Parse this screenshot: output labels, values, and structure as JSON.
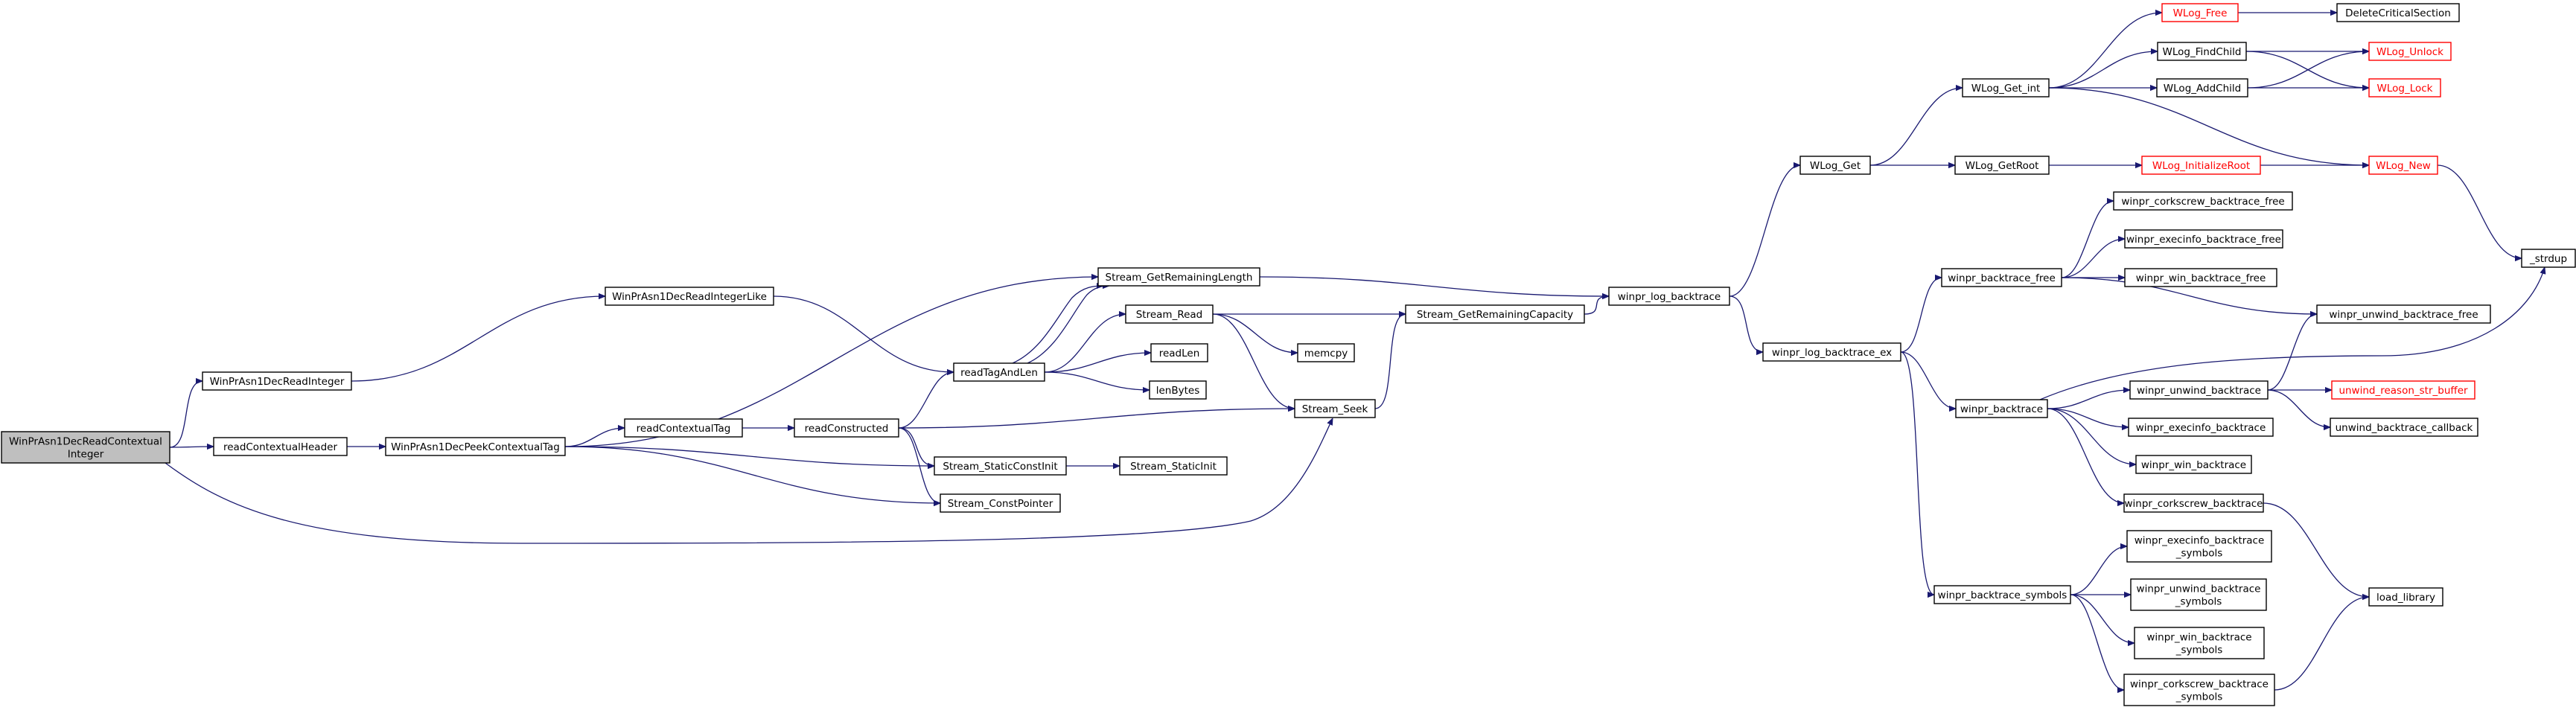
{
  "nodes": {
    "root": {
      "lines": [
        "WinPrAsn1DecReadContextual",
        "Integer"
      ]
    },
    "n_readInteger": {
      "lines": [
        "WinPrAsn1DecReadInteger"
      ]
    },
    "n_readIntegerLike": {
      "lines": [
        "WinPrAsn1DecReadIntegerLike"
      ]
    },
    "n_readContextualHeader": {
      "lines": [
        "readContextualHeader"
      ]
    },
    "n_peekContextualTag": {
      "lines": [
        "WinPrAsn1DecPeekContextualTag"
      ]
    },
    "n_readContextualTag": {
      "lines": [
        "readContextualTag"
      ]
    },
    "n_readConstructed": {
      "lines": [
        "readConstructed"
      ]
    },
    "n_readTagAndLen": {
      "lines": [
        "readTagAndLen"
      ]
    },
    "n_getRemainingLength": {
      "lines": [
        "Stream_GetRemainingLength"
      ]
    },
    "n_streamRead": {
      "lines": [
        "Stream_Read"
      ]
    },
    "n_readLen": {
      "lines": [
        "readLen"
      ]
    },
    "n_lenBytes": {
      "lines": [
        "lenBytes"
      ]
    },
    "n_memcpy": {
      "lines": [
        "memcpy"
      ]
    },
    "n_getRemainingCapacity": {
      "lines": [
        "Stream_GetRemainingCapacity"
      ]
    },
    "n_streamSeek": {
      "lines": [
        "Stream_Seek"
      ]
    },
    "n_staticConstInit": {
      "lines": [
        "Stream_StaticConstInit"
      ]
    },
    "n_staticInit": {
      "lines": [
        "Stream_StaticInit"
      ]
    },
    "n_constPointer": {
      "lines": [
        "Stream_ConstPointer"
      ]
    },
    "n_logBacktrace": {
      "lines": [
        "winpr_log_backtrace"
      ]
    },
    "n_logBacktraceEx": {
      "lines": [
        "winpr_log_backtrace_ex"
      ]
    },
    "n_wlogGet": {
      "lines": [
        "WLog_Get"
      ]
    },
    "n_wlogGetInt": {
      "lines": [
        "WLog_Get_int"
      ]
    },
    "n_wlogGetRoot": {
      "lines": [
        "WLog_GetRoot"
      ]
    },
    "n_wlogFree": {
      "lines": [
        "WLog_Free"
      ]
    },
    "n_deleteCS": {
      "lines": [
        "DeleteCriticalSection"
      ]
    },
    "n_wlogFindChild": {
      "lines": [
        "WLog_FindChild"
      ]
    },
    "n_wlogAddChild": {
      "lines": [
        "WLog_AddChild"
      ]
    },
    "n_wlogUnlock": {
      "lines": [
        "WLog_Unlock"
      ]
    },
    "n_wlogLock": {
      "lines": [
        "WLog_Lock"
      ]
    },
    "n_wlogInitRoot": {
      "lines": [
        "WLog_InitializeRoot"
      ]
    },
    "n_wlogNew": {
      "lines": [
        "WLog_New"
      ]
    },
    "n_strdup": {
      "lines": [
        "_strdup"
      ]
    },
    "n_btFree": {
      "lines": [
        "winpr_backtrace_free"
      ]
    },
    "n_corkFree": {
      "lines": [
        "winpr_corkscrew_backtrace_free"
      ]
    },
    "n_execFree": {
      "lines": [
        "winpr_execinfo_backtrace_free"
      ]
    },
    "n_winFree": {
      "lines": [
        "winpr_win_backtrace_free"
      ]
    },
    "n_unwindFree": {
      "lines": [
        "winpr_unwind_backtrace_free"
      ]
    },
    "n_bt": {
      "lines": [
        "winpr_backtrace"
      ]
    },
    "n_unwindBt": {
      "lines": [
        "winpr_unwind_backtrace"
      ]
    },
    "n_unwindReason": {
      "lines": [
        "unwind_reason_str_buffer"
      ]
    },
    "n_unwindCallback": {
      "lines": [
        "unwind_backtrace_callback"
      ]
    },
    "n_execBt": {
      "lines": [
        "winpr_execinfo_backtrace"
      ]
    },
    "n_winBt": {
      "lines": [
        "winpr_win_backtrace"
      ]
    },
    "n_corkBt": {
      "lines": [
        "winpr_corkscrew_backtrace"
      ]
    },
    "n_btSymbols": {
      "lines": [
        "winpr_backtrace_symbols"
      ]
    },
    "n_execSym": {
      "lines": [
        "winpr_execinfo_backtrace",
        "_symbols"
      ]
    },
    "n_unwindSym": {
      "lines": [
        "winpr_unwind_backtrace",
        "_symbols"
      ]
    },
    "n_winSym": {
      "lines": [
        "winpr_win_backtrace",
        "_symbols"
      ]
    },
    "n_corkSym": {
      "lines": [
        "winpr_corkscrew_backtrace",
        "_symbols"
      ]
    },
    "n_loadLibrary": {
      "lines": [
        "load_library"
      ]
    }
  },
  "colors": {
    "edge": "#191970",
    "root_fill": "#bfbfbf",
    "node_border": "#000000",
    "incomplete_border": "#ff0000"
  }
}
